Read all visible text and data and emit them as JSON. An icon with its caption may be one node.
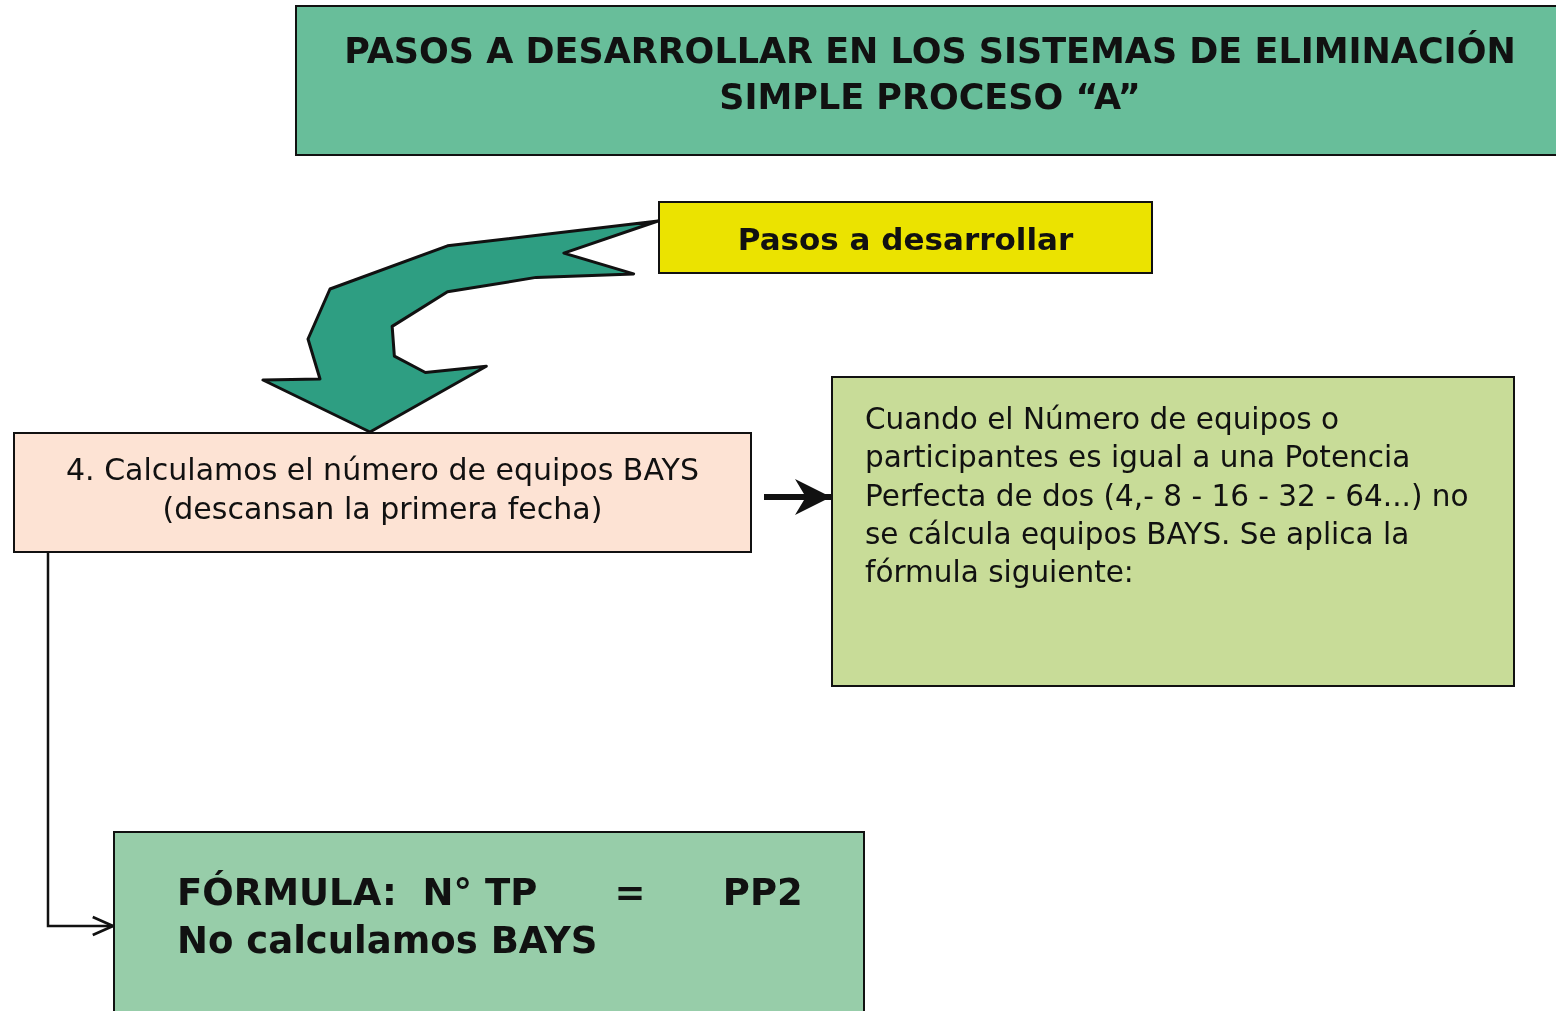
{
  "diagram": {
    "nodes": [
      {
        "text": [
          "PASOS A DESARROLLAR EN LOS SISTEMAS DE ELIMINACIÓN SIMPLE PROCESO “A”"
        ]
      },
      {
        "text": [
          "Pasos a desarrollar"
        ]
      },
      {
        "text": [
          "4. Calculamos el número de equipos BAYS (descansan la primera fecha)"
        ]
      },
      {
        "text": [
          "Cuando el Número de equipos o participantes es igual a una Potencia Perfecta de dos (4,- 8 - 16 - 32 - 64...) no se cálcula equipos BAYS. Se aplica la fórmula siguiente:"
        ]
      },
      {
        "text": [
          "FÓRMULA:  N° TP      =      PP2",
          "No calculamos BAYS"
        ]
      }
    ],
    "edges": [
      {
        "from": 1,
        "to": 2,
        "arrow": "to",
        "style": "thick",
        "color": "#2e9e82"
      },
      {
        "from": 2,
        "to": 3,
        "arrow": "to",
        "style": "thick"
      },
      {
        "from": 2,
        "to": 4,
        "arrow": "to"
      }
    ]
  }
}
